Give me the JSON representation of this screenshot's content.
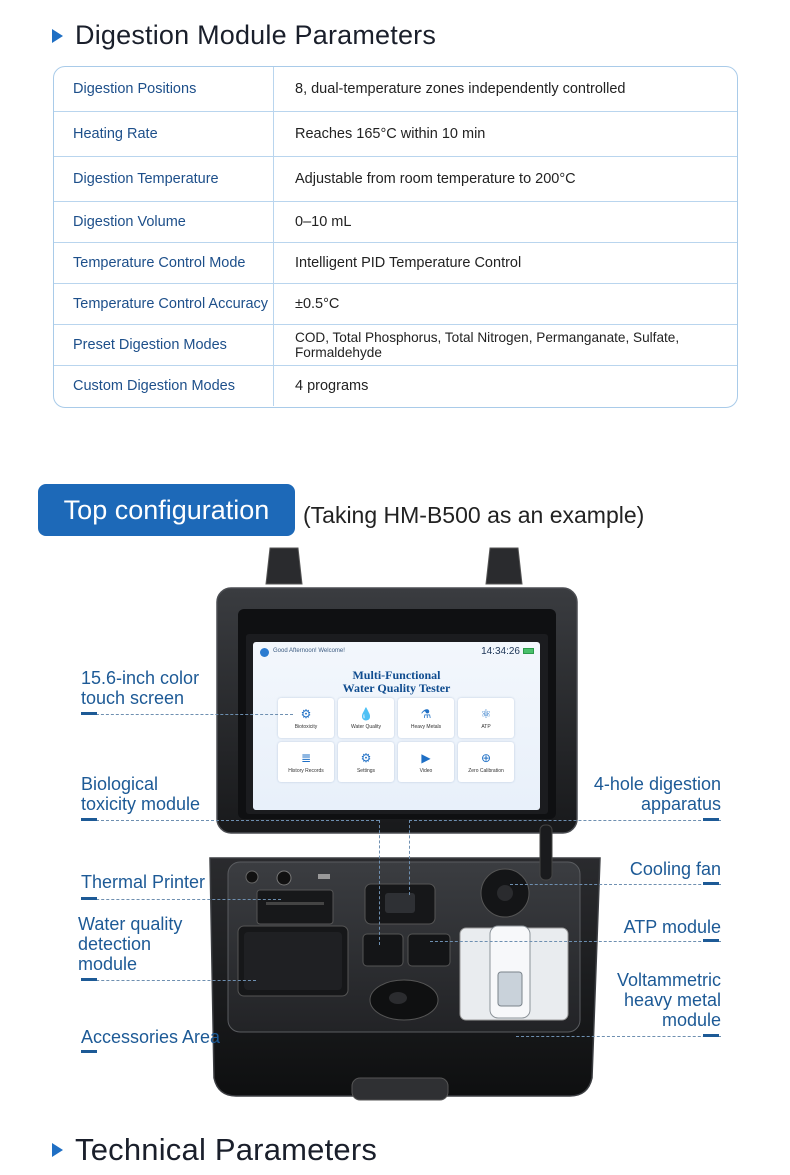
{
  "digestion": {
    "heading": "Digestion Module Parameters",
    "rows": [
      {
        "key": "Digestion Positions",
        "value": "8, dual-temperature zones independently controlled"
      },
      {
        "key": "Heating Rate",
        "value": "Reaches 165°C within 10 min"
      },
      {
        "key": "Digestion Temperature",
        "value": "Adjustable from room temperature to 200°C"
      },
      {
        "key": "Digestion Volume",
        "value": "0–10 mL"
      },
      {
        "key": "Temperature Control Mode",
        "value": "Intelligent PID Temperature Control"
      },
      {
        "key": "Temperature Control Accuracy",
        "value": "±0.5°C"
      },
      {
        "key": "Preset Digestion Modes",
        "value": "COD,  Total Phosphorus, Total Nitrogen, Permanganate, Sulfate, Formaldehyde"
      },
      {
        "key": "Custom Digestion Modes",
        "value": "4 programs"
      }
    ]
  },
  "top_config": {
    "badge": "Top configuration",
    "note": "(Taking HM-B500 as an example)"
  },
  "screen": {
    "greeting": "Good Afternoon! Welcome!",
    "time": "14:34:26",
    "title_line1": "Multi-Functional",
    "title_line2": "Water Quality Tester",
    "tiles": [
      {
        "label": "Biotoxicity",
        "icon": "⚙"
      },
      {
        "label": "Water Quality",
        "icon": "💧"
      },
      {
        "label": "Heavy Metals",
        "icon": "⚗"
      },
      {
        "label": "ATP",
        "icon": "⚛"
      },
      {
        "label": "History Records",
        "icon": "≣"
      },
      {
        "label": "Settings",
        "icon": "⚙"
      },
      {
        "label": "Video",
        "icon": "▶"
      },
      {
        "label": "Zero Calibration",
        "icon": "⊕"
      }
    ]
  },
  "callouts": {
    "touch_screen_1": "15.6-inch color",
    "touch_screen_2": "touch screen",
    "bio_1": "Biological",
    "bio_2": "toxicity module",
    "printer": "Thermal Printer",
    "water_1": "Water quality",
    "water_2": "detection",
    "water_3": "module",
    "accessories": "Accessories Area",
    "digest_1": "4-hole digestion",
    "digest_2": "apparatus",
    "fan": "Cooling fan",
    "atp": "ATP module",
    "volt_1": "Voltammetric",
    "volt_2": "heavy metal",
    "volt_3": "module"
  },
  "technical": {
    "heading": "Technical Parameters"
  }
}
